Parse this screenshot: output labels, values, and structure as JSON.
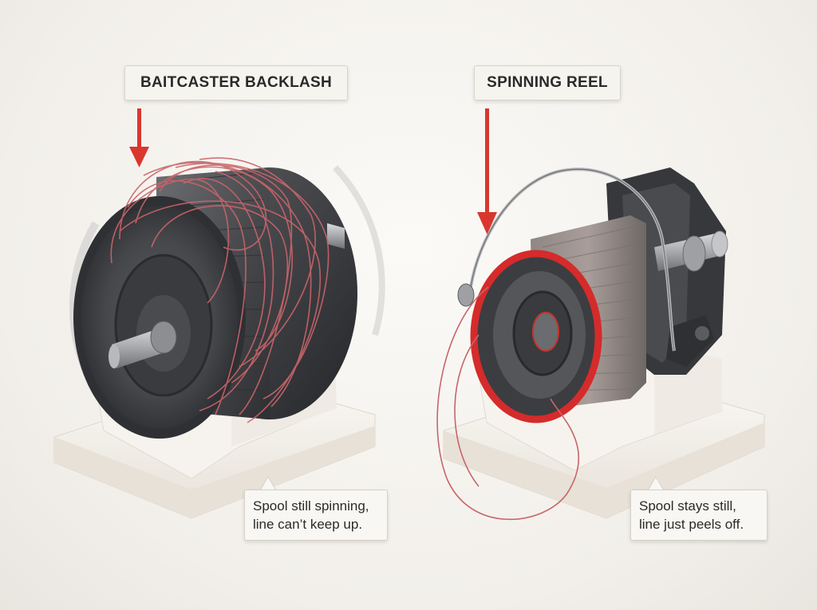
{
  "panels": [
    {
      "title": "BAITCASTER BACKLASH",
      "caption_lines": [
        "Spool still spinning,",
        "line can’t keep up."
      ]
    },
    {
      "title": "SPINNING REEL",
      "caption_lines": [
        "Spool stays still,",
        "line just peels off."
      ]
    }
  ],
  "colors": {
    "arrow": "#d9372e",
    "line": "#c9656a",
    "ring": "#d52b2b",
    "metal_dark": "#3f4043",
    "stand": "#f3efe8"
  }
}
